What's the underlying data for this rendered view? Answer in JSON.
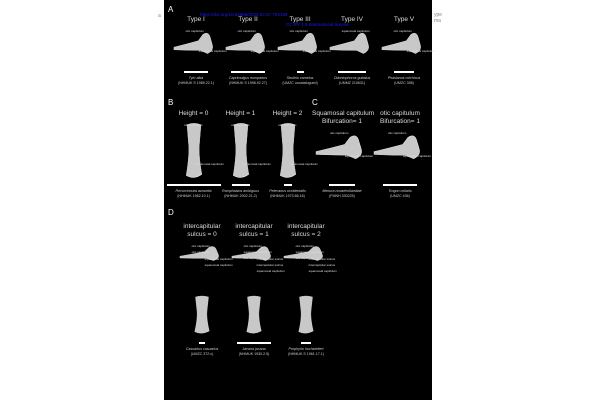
{
  "left_edge_text": "a",
  "right_edge_text": [
    "ype",
    "ma"
  ],
  "watermark": {
    "doi": "https://doi.org/10.64898/2026.02.07.704159",
    "license": "CC-BY 4.0 International license"
  },
  "panels": {
    "A": {
      "label": "A",
      "columns": [
        {
          "heading": "Type I",
          "species": "Tyto alba",
          "specimen": "(NHMUK S 1989.22.1)",
          "labels": [
            "otic capitulum",
            "squamosal capitulum"
          ]
        },
        {
          "heading": "Type II",
          "species": "Caprimulgus europaeus",
          "specimen": "(NHMUK S 1998.92.27)",
          "labels": [
            "otic capitulum",
            "squamosal capitulum"
          ]
        },
        {
          "heading": "Type III",
          "species": "Struthio camelus",
          "specimen": "(UMZC uncatalogued)",
          "labels": [
            "otic capitulum",
            "squamosal capitulum"
          ]
        },
        {
          "heading": "Type IV",
          "species": "Odontophorus guttatus",
          "specimen": "(UMMZ 210631)",
          "labels": [
            "squamosal capitulum"
          ]
        },
        {
          "heading": "Type V",
          "species": "Phasianus colchicus",
          "specimen": "(UMZC 398)",
          "labels": [
            "otic capitulum",
            "squamosal capitulum"
          ]
        }
      ]
    },
    "B": {
      "label": "B",
      "columns": [
        {
          "heading": "Height = 0",
          "species": "Recurvirostra avosetta",
          "specimen": "(NHMUK 1962.10.1)",
          "labels": [
            "otic capitulum",
            "squamosal capitulum"
          ]
        },
        {
          "heading": "Height = 1",
          "species": "Ramphastos ambiguus",
          "specimen": "(NHMUK 2002.21.2)",
          "labels": [
            "otic capitulum",
            "squamosal capitulum"
          ]
        },
        {
          "heading": "Height = 2",
          "species": "Pelecanus occidentalis",
          "specimen": "(NHMUK 1973.66.16)",
          "labels": [
            "otic capitulum",
            "squamosal capitulum"
          ]
        }
      ]
    },
    "C": {
      "label": "C",
      "columns": [
        {
          "heading": [
            "Squamosal capitulum",
            "Bifurcation= 1"
          ],
          "species": "Menura novaehollandiae",
          "specimen": "(FMNH 330225)",
          "labels": [
            "otic capitulum",
            "squamosal capitulum"
          ]
        },
        {
          "heading": [
            "otic capitulum",
            "Bifurcation= 1"
          ],
          "species": "Trogon collaris",
          "specimen": "(UMZC 436)",
          "labels": [
            "otic capitulum",
            "squamosal capitulum"
          ]
        }
      ]
    },
    "D": {
      "label": "D",
      "columns": [
        {
          "heading": [
            "intercapitular",
            "sulcus = 0"
          ],
          "species": "Casuarius casuarius",
          "specimen": "(UMZC 372.c)",
          "labels": [
            "otic capitulum",
            "squamosal capitulum",
            "otic capitulum",
            "squamosal capitulum"
          ]
        },
        {
          "heading": [
            "intercapitular",
            "sulcus = 1"
          ],
          "species": "Jacana jacana",
          "specimen": "(NHMUK 1930.2.5)",
          "labels": [
            "otic capitulum",
            "intercapitular sulcus",
            "squamosal capitulum",
            "intercapitular sulcus",
            "otic capitulum",
            "squamosal capitulum"
          ]
        },
        {
          "heading": [
            "intercapitular",
            "sulcus = 2"
          ],
          "species": "Porphyrio hochstetteri",
          "specimen": "(NHMUK S 1961.17.1)",
          "labels": [
            "otic capitulum",
            "intercapitular sulcus",
            "squamosal capitulum",
            "intercapitular sulcus",
            "otic capitulum",
            "squamosal capitulum"
          ]
        }
      ]
    }
  }
}
